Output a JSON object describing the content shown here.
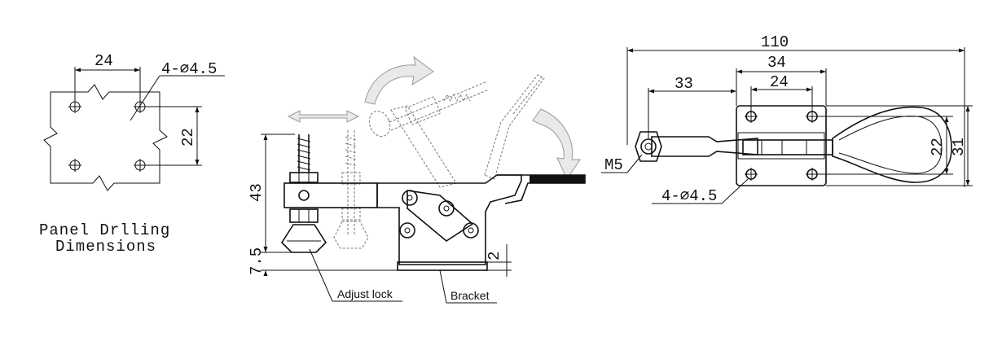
{
  "panel": {
    "dim_horizontal": "24",
    "dim_vertical": "22",
    "hole_note": "4-∅4.5",
    "caption_line1": "Panel Drlling",
    "caption_line2": "Dimensions"
  },
  "side_view": {
    "dim_height": "43",
    "dim_base": "7.5",
    "dim_thickness": "2",
    "label_adjust": "Adjust lock",
    "label_bracket": "Bracket"
  },
  "top_view": {
    "dim_total": "110",
    "dim_33": "33",
    "dim_34": "34",
    "dim_24": "24",
    "dim_22": "22",
    "dim_31": "31",
    "thread": "M5",
    "hole_note": "4-∅4.5"
  },
  "colors": {
    "line": "#111111",
    "ghost": "#999999",
    "background": "#ffffff"
  }
}
